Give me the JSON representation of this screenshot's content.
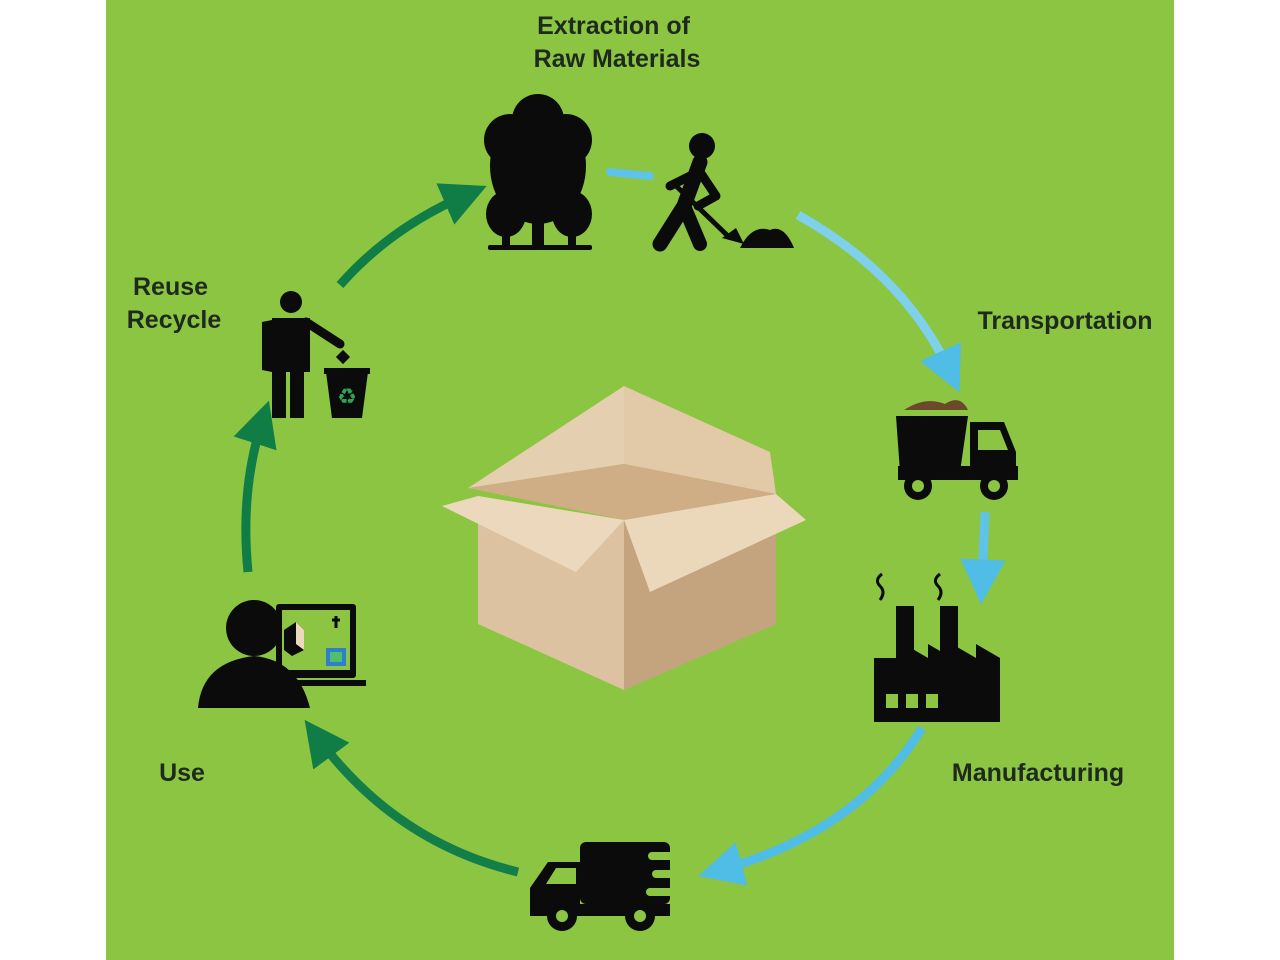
{
  "diagram": {
    "stages": [
      {
        "id": "extraction",
        "label_lines": [
          "Extraction of",
          "Raw Materials"
        ],
        "icons": [
          "tree-icon",
          "digging-worker-icon"
        ]
      },
      {
        "id": "transportation",
        "label_lines": [
          "Transportation"
        ],
        "icons": [
          "dump-truck-icon"
        ]
      },
      {
        "id": "manufacturing",
        "label_lines": [
          "Manufacturing"
        ],
        "icons": [
          "factory-icon"
        ]
      },
      {
        "id": "distribution",
        "label_lines": [],
        "icons": [
          "delivery-truck-icon"
        ]
      },
      {
        "id": "use",
        "label_lines": [
          "Use"
        ],
        "icons": [
          "user-at-computer-icon"
        ]
      },
      {
        "id": "reuse",
        "label_lines": [
          "Reuse",
          "Recycle"
        ],
        "icons": [
          "person-recycling-icon"
        ]
      }
    ],
    "center": {
      "icon": "open-cardboard-box-icon"
    },
    "colors": {
      "background": "#8bc541",
      "arrow_light_blue": "#5ec3e6",
      "arrow_dark_green": "#0f7d45",
      "icon": "#0b0b0b",
      "box_light": "#ecd9bd",
      "box_mid": "#dcc2a0",
      "box_dark": "#c4a47f"
    }
  }
}
